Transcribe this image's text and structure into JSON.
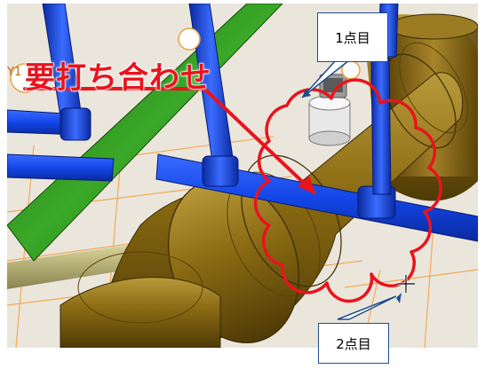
{
  "markup": {
    "comment_text": "要打ち合わせ",
    "point1_label": "1点目",
    "point2_label": "2点目",
    "grid_label": "Y1"
  },
  "colors": {
    "markup_red": "#e8141e",
    "pipe_blue": "#1346e8",
    "pipe_green": "#2f8f1f",
    "duct_brown": "#8a6a12",
    "callout_border": "#1f4e8c",
    "grid_orange": "#f0a040"
  },
  "icons": {
    "cursor": "crosshair-cursor-icon",
    "cloud": "revision-cloud-icon"
  }
}
